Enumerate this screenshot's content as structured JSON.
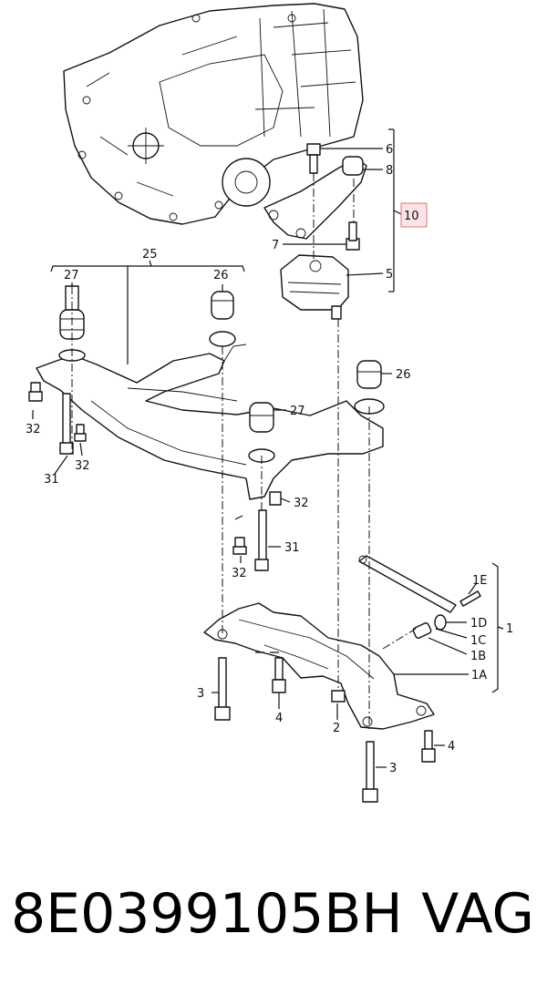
{
  "callouts": {
    "c6": "6",
    "c8": "8",
    "c10": "10",
    "c7": "7",
    "c5": "5",
    "c25": "25",
    "c27a": "27",
    "c26a": "26",
    "c26b": "26",
    "c27b": "27",
    "c32a": "32",
    "c31a": "31",
    "c32b": "32",
    "c32c": "32",
    "c31b": "31",
    "c32d": "32",
    "c1E": "1E",
    "c1D": "1D",
    "c1C": "1C",
    "c1": "1",
    "c1B": "1B",
    "c1A": "1A",
    "c3a": "3",
    "c4a": "4",
    "c2": "2",
    "c4b": "4",
    "c3b": "3"
  },
  "footer": {
    "part_number": "8E0399105BH",
    "brand": "VAG"
  },
  "colors": {
    "highlight_fill": "#fbe3e6",
    "highlight_stroke": "#d9787f"
  }
}
